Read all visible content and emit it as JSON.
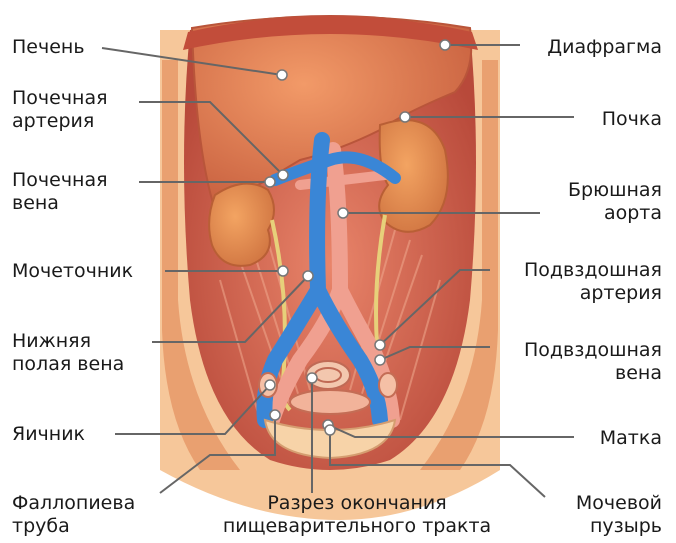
{
  "labels": {
    "liver": "Печень",
    "renal_artery": "Почечная\nартерия",
    "renal_vein": "Почечная\nвена",
    "ureter": "Мочеточник",
    "ivc": "Нижняя\nполая вена",
    "ovary": "Яичник",
    "fallopian": "Фаллопиева\nтруба",
    "gut_section": "Разрез окончания\nпищеварительного тракта",
    "diaphragm": "Диафрагма",
    "kidney": "Почка",
    "aorta": "Брюшная\nаорта",
    "iliac_artery": "Подвздошная\nартерия",
    "iliac_vein": "Подвздошная\nвена",
    "uterus": "Матка",
    "bladder": "Мочевой\nпузырь"
  },
  "colors": {
    "skin": "#f6c79a",
    "cavity": "#d86e55",
    "liver": "#e08350",
    "kidney": "#e39350",
    "vein": "#3a86d6",
    "artery": "#f09a8a",
    "ureter": "#e7d07a",
    "leader": "#666666"
  }
}
